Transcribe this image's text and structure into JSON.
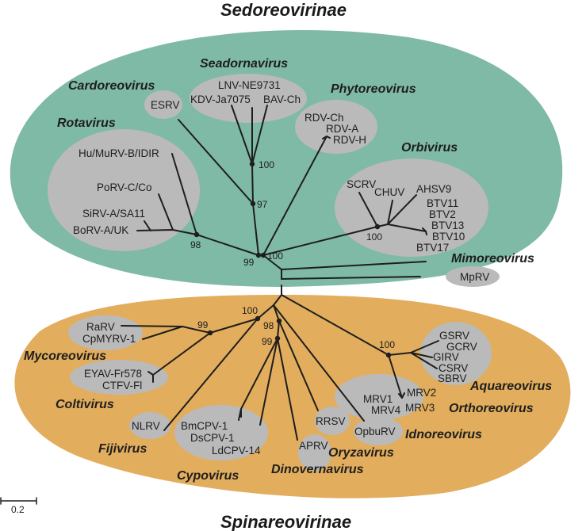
{
  "figure": {
    "type": "unrooted phylogenetic tree",
    "colors": {
      "sedoreovirinae_bg": "#7fbaa6",
      "spinareovirinae_bg": "#e2ad5c",
      "genus_cluster_bg": "#bababa",
      "branch": "#1e1e1e"
    },
    "scale_bar": {
      "label": "0.2"
    }
  },
  "subfamilies": [
    {
      "name": "Sedoreovirinae",
      "genera": [
        {
          "name": "Cardoreovirus",
          "taxa": [
            "ESRV"
          ]
        },
        {
          "name": "Seadornavirus",
          "taxa": [
            "LNV-NE9731",
            "KDV-Ja7075",
            "BAV-Ch"
          ]
        },
        {
          "name": "Phytoreovirus",
          "taxa": [
            "RDV-Ch",
            "RDV-A",
            "RDV-H"
          ]
        },
        {
          "name": "Rotavirus",
          "taxa": [
            "Hu/MuRV-B/IDIR",
            "PoRV-C/Co",
            "SiRV-A/SA11",
            "BoRV-A/UK"
          ]
        },
        {
          "name": "Orbivirus",
          "taxa": [
            "SCRV",
            "CHUV",
            "AHSV9",
            "BTV11",
            "BTV2",
            "BTV13",
            "BTV10",
            "BTV17"
          ]
        },
        {
          "name": "Mimoreovirus",
          "taxa": [
            "MpRV"
          ]
        }
      ]
    },
    {
      "name": "Spinareovirinae",
      "genera": [
        {
          "name": "Mycoreovirus",
          "taxa": [
            "RaRV",
            "CpMYRV-1"
          ]
        },
        {
          "name": "Coltivirus",
          "taxa": [
            "EYAV-Fr578",
            "CTFV-Fl"
          ]
        },
        {
          "name": "Fijivirus",
          "taxa": [
            "NLRV"
          ]
        },
        {
          "name": "Cypovirus",
          "taxa": [
            "BmCPV-1",
            "DsCPV-1",
            "LdCPV-14"
          ]
        },
        {
          "name": "Dinovernavirus",
          "taxa": [
            "APRV"
          ]
        },
        {
          "name": "Oryzavirus",
          "taxa": [
            "RRSV"
          ]
        },
        {
          "name": "Idnoreovirus",
          "taxa": [
            "OpbuRV"
          ]
        },
        {
          "name": "Orthoreovirus",
          "taxa": [
            "MRV1",
            "MRV4",
            "MRV2",
            "MRV3"
          ]
        },
        {
          "name": "Aquareovirus",
          "taxa": [
            "GSRV",
            "GCRV",
            "GIRV",
            "CSRV",
            "SBRV"
          ]
        }
      ]
    }
  ],
  "bootstrap": {
    "seadornavirus_node": "100",
    "cardoreo_seadorna_node": "97",
    "rotavirus_node": "98",
    "sedoreo_inner_node": "99",
    "phyto_orbi_node": "100",
    "orbivirus_node": "100",
    "myco_colti_node": "99",
    "spinareo_outer_node": "100",
    "cypo_dinov_parent_node": "98",
    "cypo_dinov_node": "99",
    "aqua_ortho_node": "100"
  }
}
